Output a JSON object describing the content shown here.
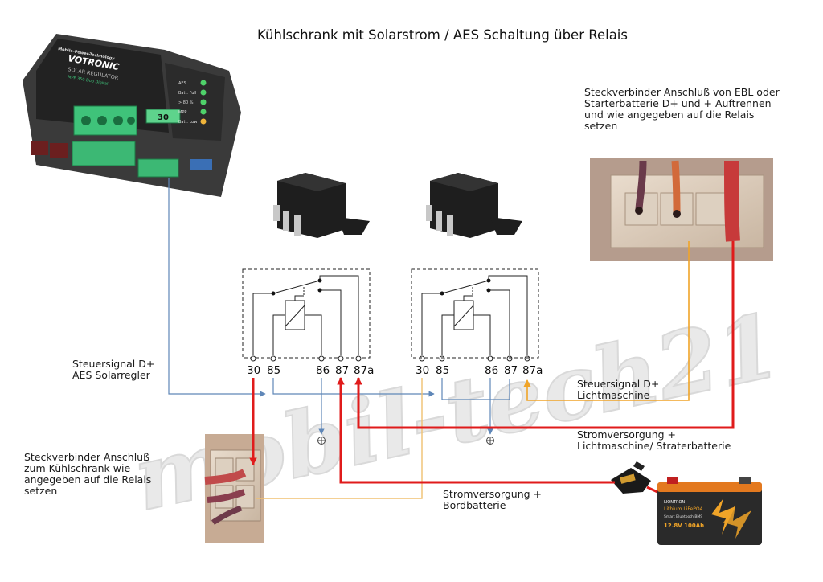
{
  "title": "Kühlschrank mit Solarstrom / AES Schaltung über Relais",
  "watermark": "mobil-tech21",
  "annotations": {
    "ebl_connector": "Steckverbinder Anschluß von EBL oder\nStarterbatterie  D+ und  + Auftrennen\nund wie angegeben auf die Relais\nsetzen",
    "control_solar": "Steuersignal D+\nAES Solarregler",
    "control_alternator": "Steuersignal D+\nLichtmaschine",
    "power_alternator": "Stromversorgung +\nLichtmaschine/ Straterbatterie",
    "fridge_connector": "Steckverbinder Anschluß\nzum Kühlschrank  wie\nangegeben auf die Relais\nsetzen",
    "power_onboard": "Stromversorgung +\nBordbatterie"
  },
  "relay_pins": {
    "relay1": [
      "30",
      "85",
      "86",
      "87",
      "87a"
    ],
    "relay2": [
      "30",
      "85",
      "86",
      "87",
      "87a"
    ]
  },
  "controller": {
    "brand": "VOTRONIC",
    "header": "Mobile-Power-Technology",
    "name": "SOLAR REGULATOR",
    "model": "MPP 350 Duo Digital",
    "fuse": "30",
    "leds": [
      "AES",
      "Batt. Full",
      "> 80 %",
      "MPP",
      "Batt. Low"
    ]
  },
  "battery": {
    "brand": "LIONTRON",
    "type": "Lithium LiFePO4",
    "feature": "Smart Bluetooth BMS",
    "rating": "12.8V 100Ah"
  },
  "colors": {
    "power_wire": "#e01b1b",
    "control_wire_solar": "#5f87b8",
    "control_wire_alternator": "#f0a428",
    "fridge_signal_wire": "#f0c070",
    "relay_outline": "#222222"
  }
}
